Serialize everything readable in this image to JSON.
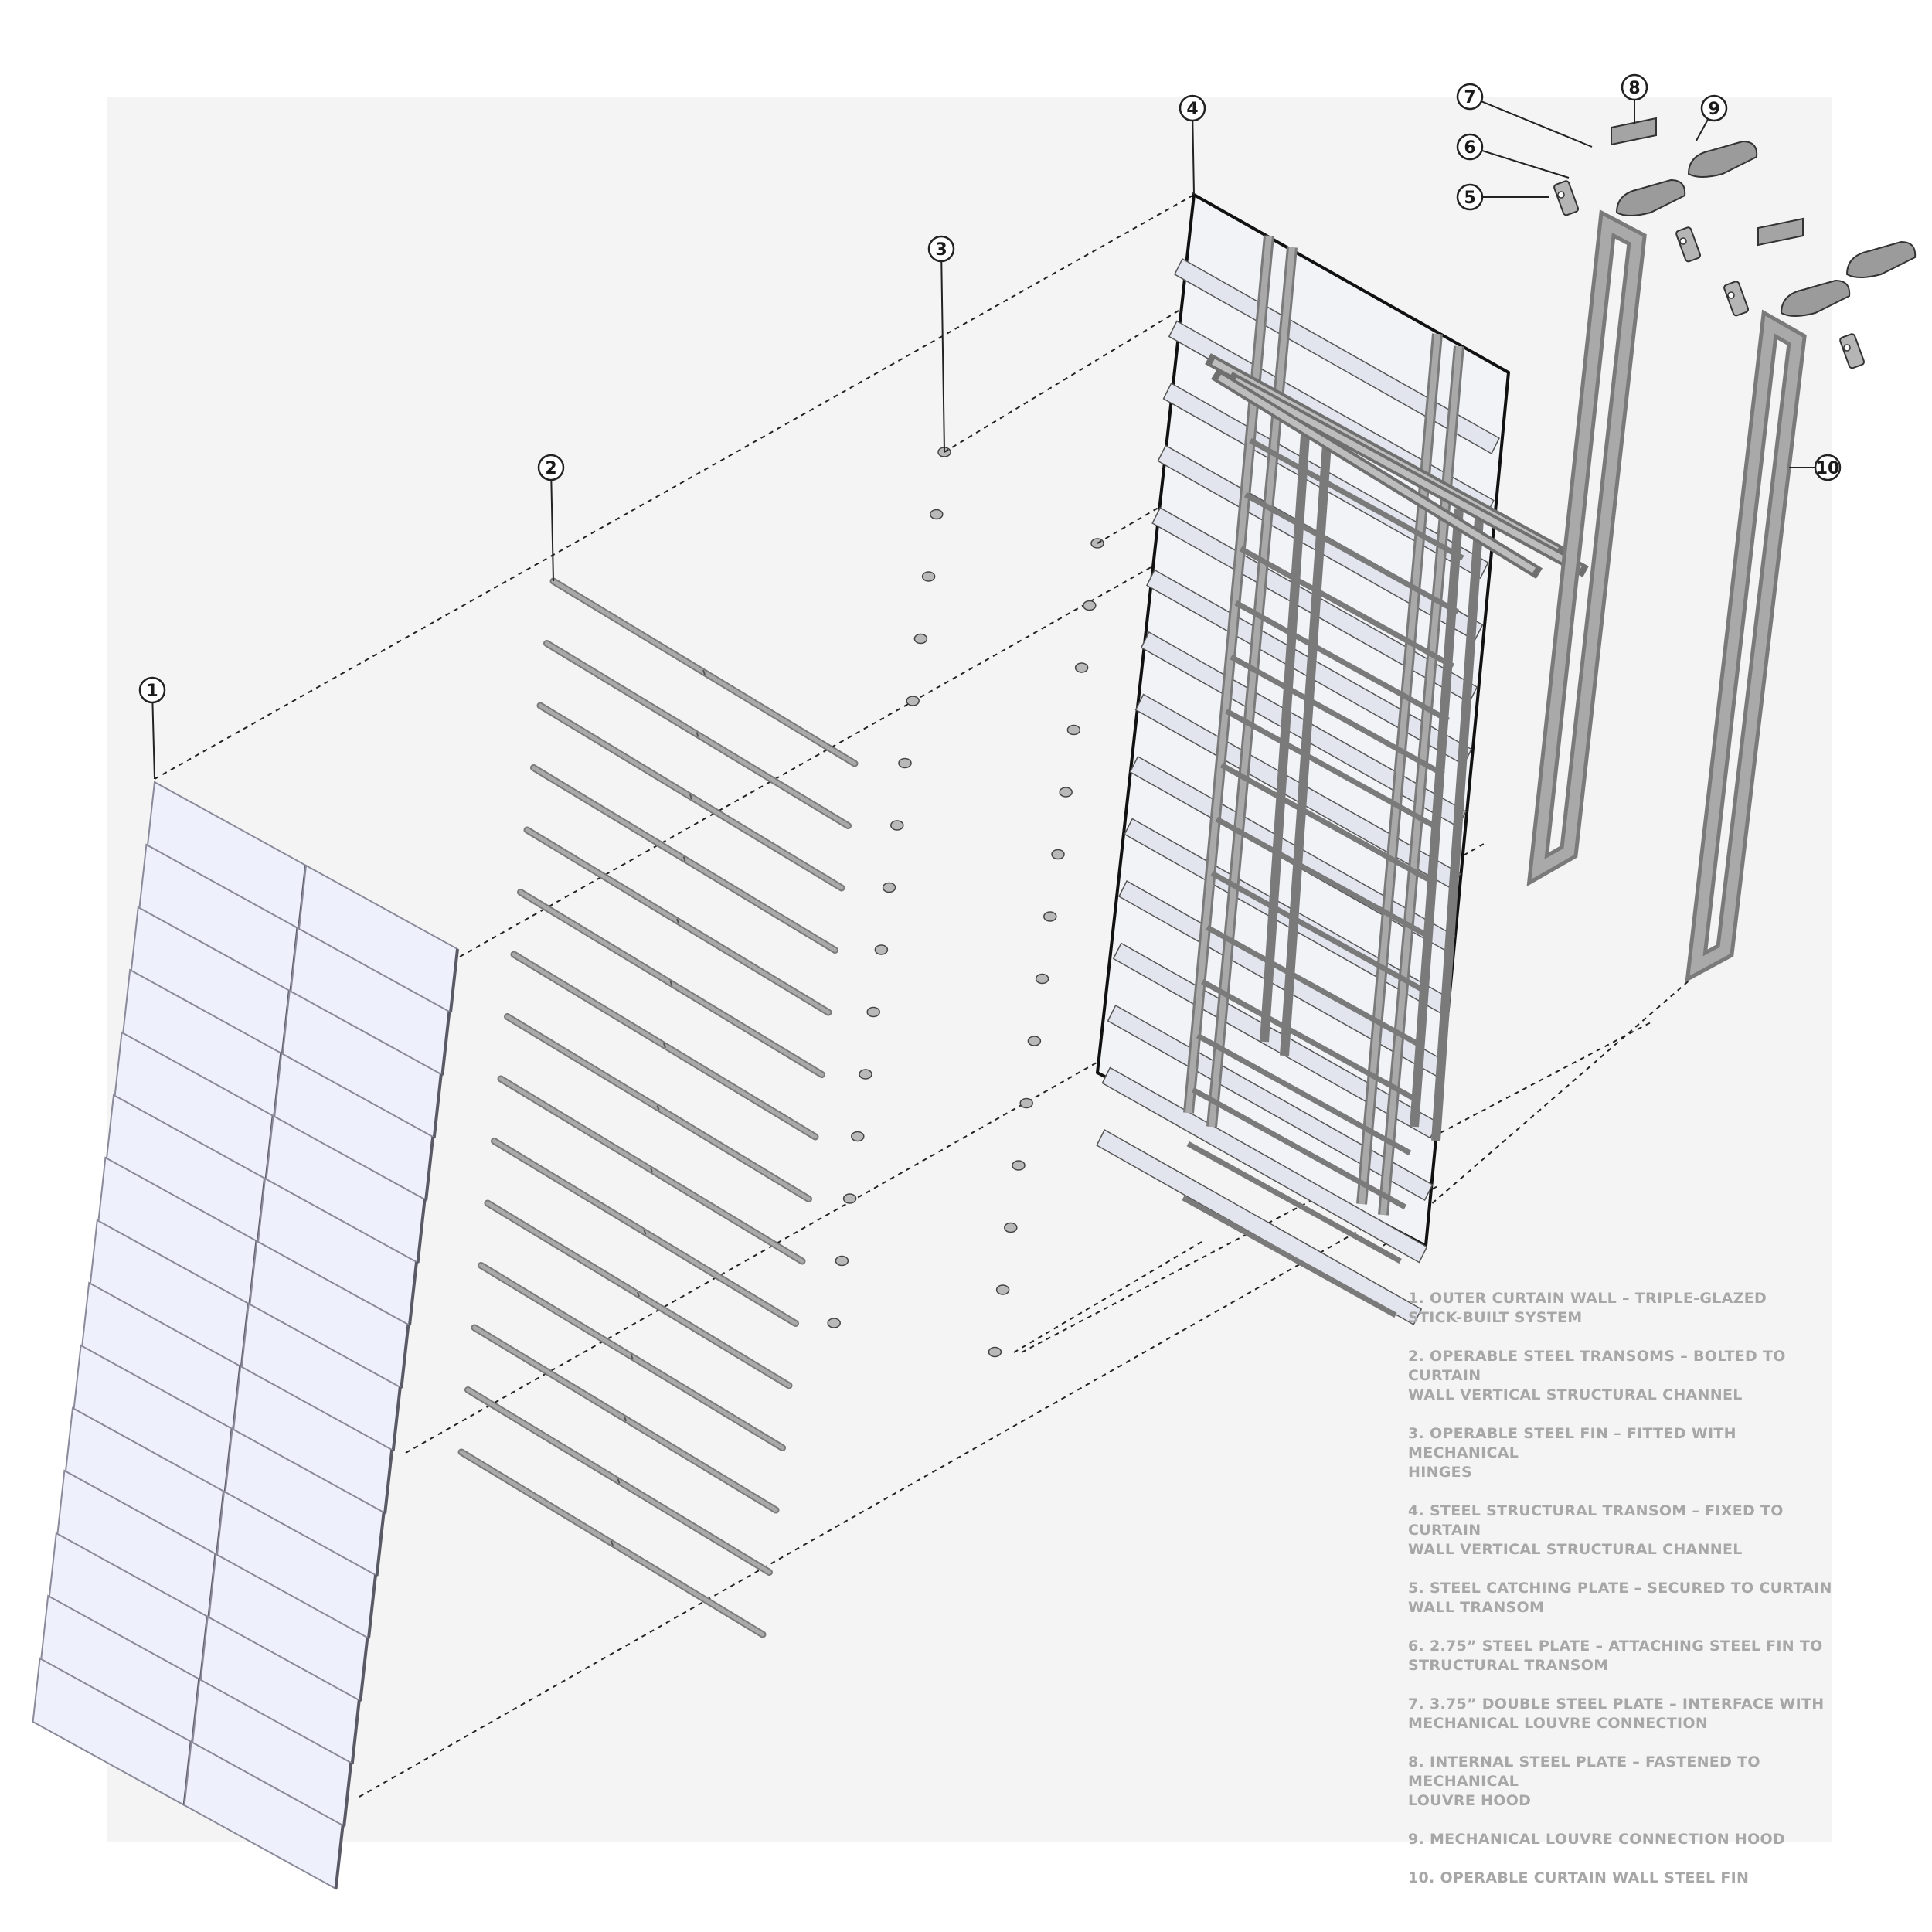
{
  "callouts": [
    "1",
    "2",
    "3",
    "4",
    "5",
    "6",
    "7",
    "8",
    "9",
    "10"
  ],
  "legend": [
    "1.  OUTER CURTAIN WALL – TRIPLE-GLAZED\nSTICK-BUILT SYSTEM",
    "2. OPERABLE STEEL TRANSOMS – BOLTED TO CURTAIN\nWALL VERTICAL STRUCTURAL CHANNEL",
    "3. OPERABLE STEEL FIN – FITTED WITH MECHANICAL\nHINGES",
    "4. STEEL STRUCTURAL TRANSOM  – FIXED TO CURTAIN\nWALL VERTICAL STRUCTURAL CHANNEL",
    "5. STEEL CATCHING PLATE – SECURED TO CURTAIN\nWALL TRANSOM",
    "6. 2.75” STEEL PLATE – ATTACHING STEEL FIN TO\nSTRUCTURAL TRANSOM",
    "7. 3.75” DOUBLE STEEL PLATE – INTERFACE WITH\nMECHANICAL LOUVRE CONNECTION",
    "8. INTERNAL STEEL PLATE – FASTENED TO MECHANICAL\nLOUVRE HOOD",
    "9. MECHANICAL LOUVRE CONNECTION HOOD",
    "10. OPERABLE CURTAIN WALL STEEL FIN"
  ],
  "colors": {
    "sheet": "#f4f4f4",
    "glass": "#eef0fb",
    "glass_edge": "#8a8a9a",
    "steel": "#a9a9a9",
    "steel_dark": "#7a7a7a",
    "line": "#222222",
    "legend_text": "#a7a7a7"
  }
}
